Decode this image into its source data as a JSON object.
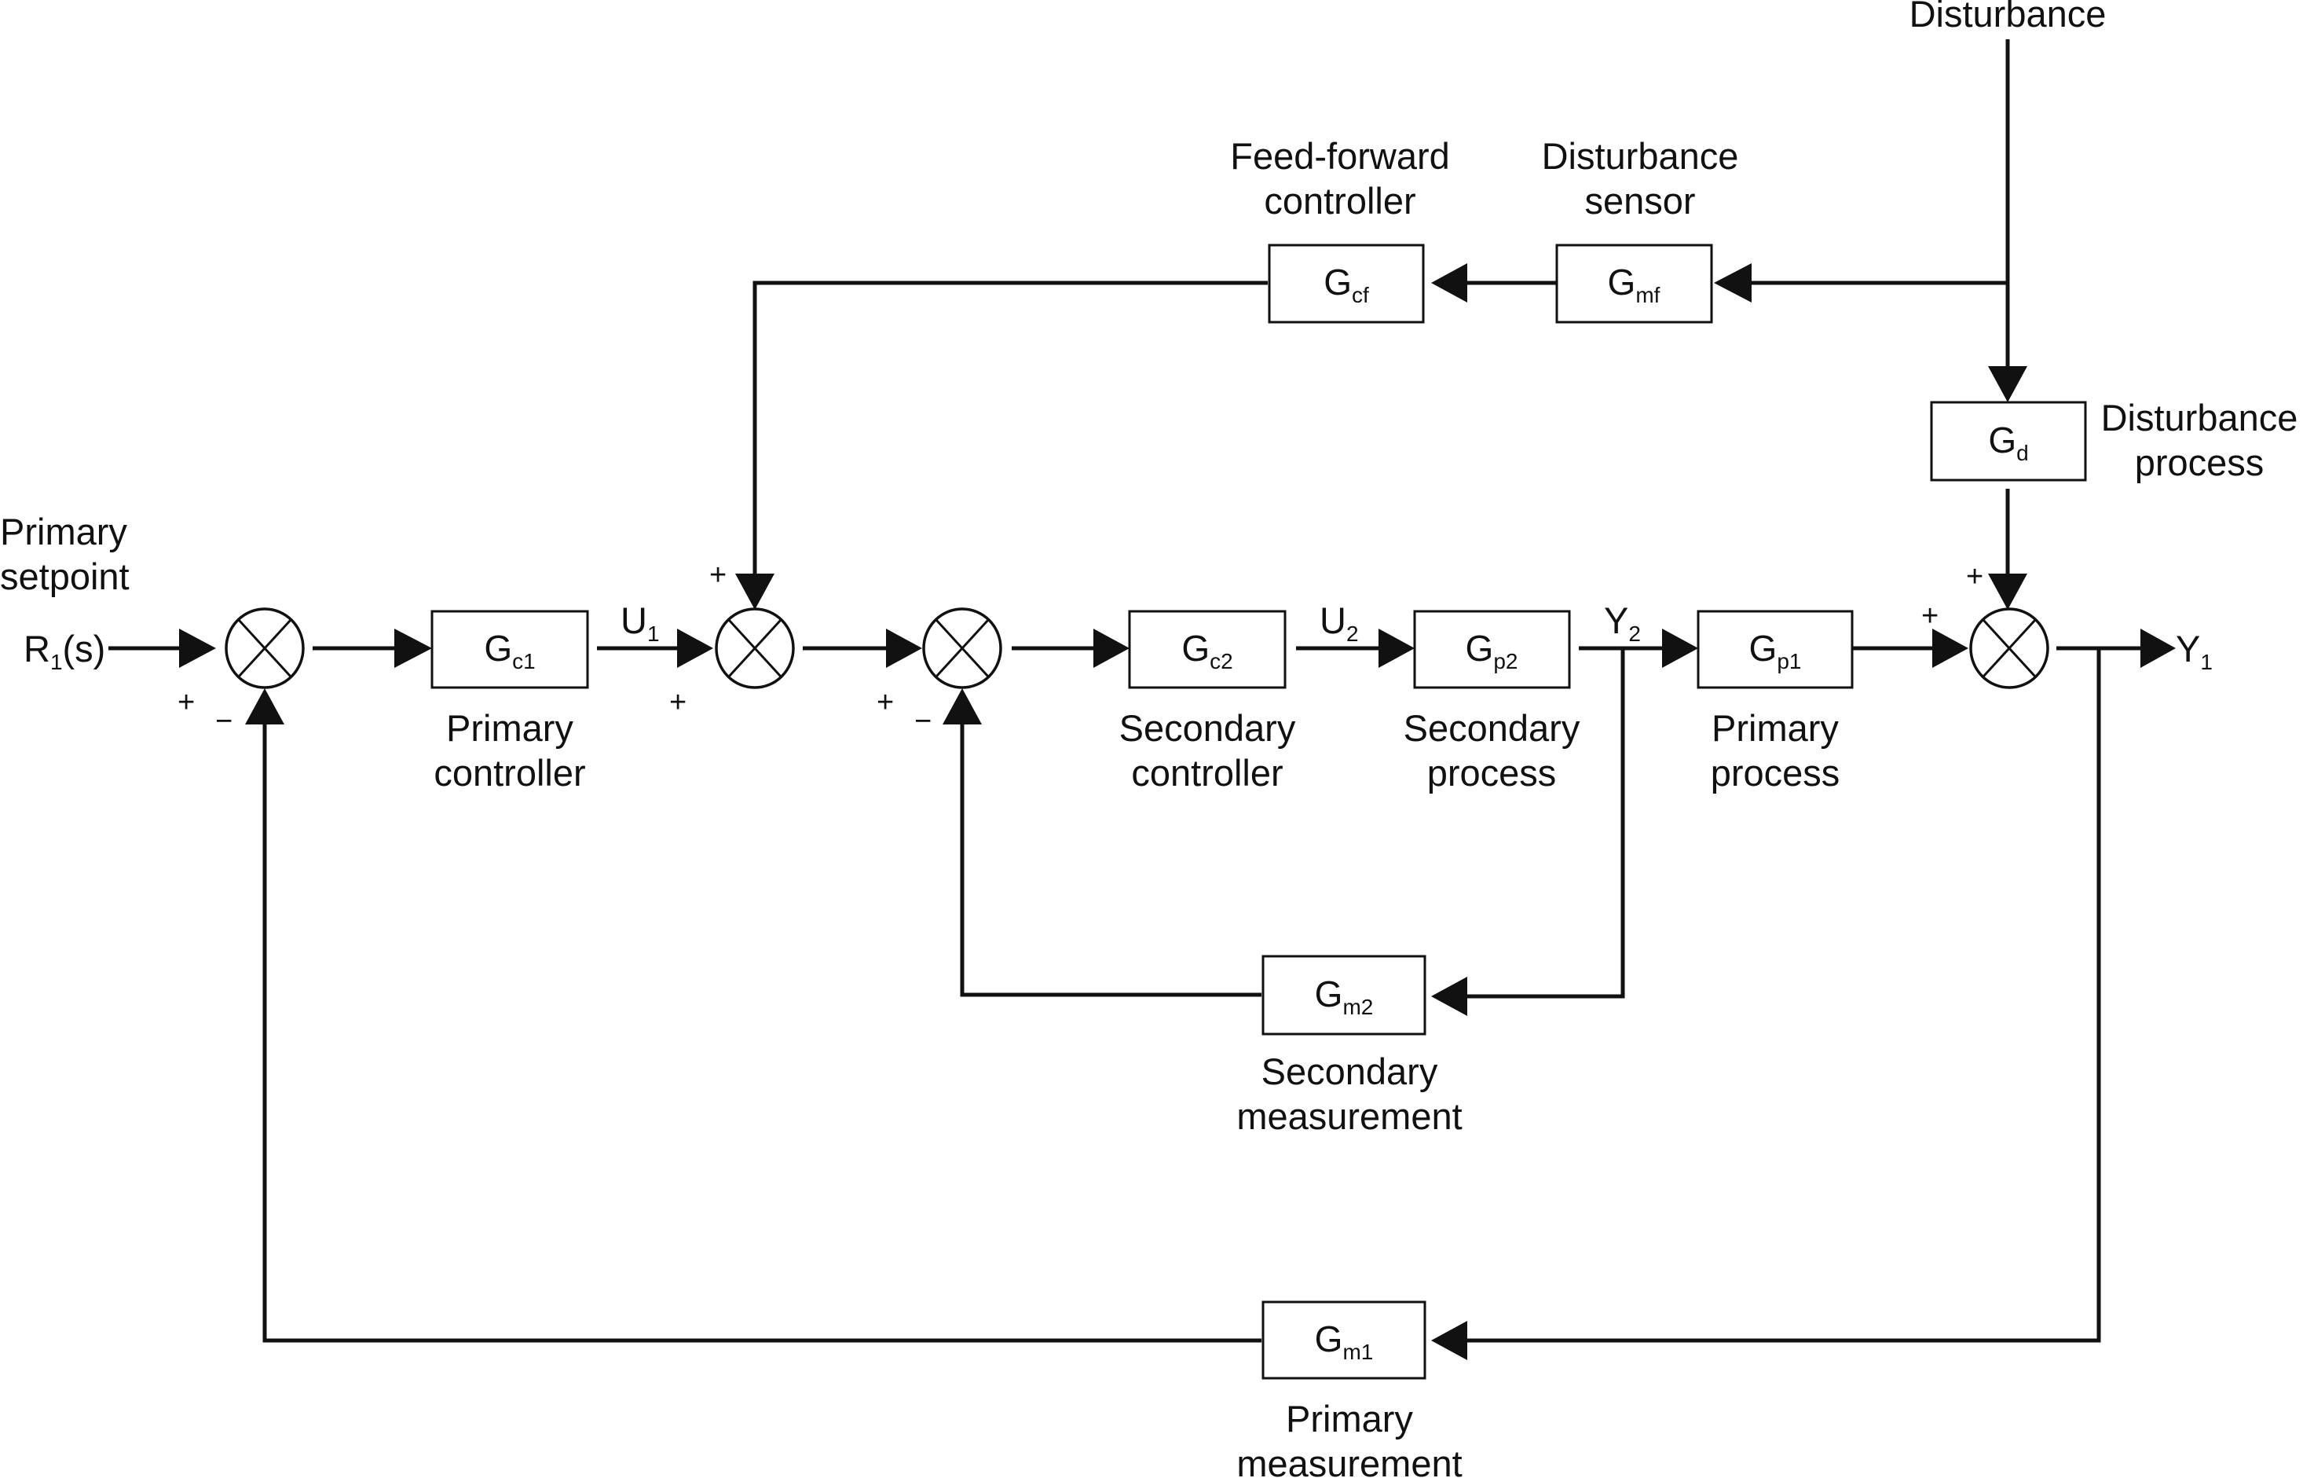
{
  "title": "Cascade control with feed-forward block diagram",
  "colors": {
    "ink": "#111111",
    "background": "#ffffff"
  },
  "inputs": {
    "setpoint_label": [
      "Primary",
      "setpoint"
    ],
    "setpoint_signal": {
      "main": "R",
      "sub": "1",
      "suffix": "(s)"
    },
    "disturbance_label": "Disturbance"
  },
  "signals": {
    "u1": {
      "main": "U",
      "sub": "1"
    },
    "u2": {
      "main": "U",
      "sub": "2"
    },
    "y2": {
      "main": "Y",
      "sub": "2"
    },
    "y1": {
      "main": "Y",
      "sub": "1"
    }
  },
  "blocks": {
    "gc1": {
      "main": "G",
      "sub": "c1",
      "caption": [
        "Primary",
        "controller"
      ]
    },
    "gc2": {
      "main": "G",
      "sub": "c2",
      "caption": [
        "Secondary",
        "controller"
      ]
    },
    "gp2": {
      "main": "G",
      "sub": "p2",
      "caption": [
        "Secondary",
        "process"
      ]
    },
    "gp1": {
      "main": "G",
      "sub": "p1",
      "caption": [
        "Primary",
        "process"
      ]
    },
    "gcf": {
      "main": "G",
      "sub": "cf",
      "caption": [
        "Feed-forward",
        "controller"
      ]
    },
    "gmf": {
      "main": "G",
      "sub": "mf",
      "caption": [
        "Disturbance",
        "sensor"
      ]
    },
    "gd": {
      "main": "G",
      "sub": "d",
      "caption": [
        "Disturbance",
        "process"
      ]
    },
    "gm2": {
      "main": "G",
      "sub": "m2",
      "caption": [
        "Secondary",
        "measurement"
      ]
    },
    "gm1": {
      "main": "G",
      "sub": "m1",
      "caption": [
        "Primary",
        "measurement"
      ]
    }
  },
  "summing_junctions": {
    "s1": {
      "signs": [
        "+",
        "−"
      ]
    },
    "s2": {
      "signs": [
        "+",
        "+"
      ]
    },
    "s3": {
      "signs": [
        "+",
        "−"
      ]
    },
    "s4": {
      "signs": [
        "+",
        "+"
      ]
    }
  }
}
